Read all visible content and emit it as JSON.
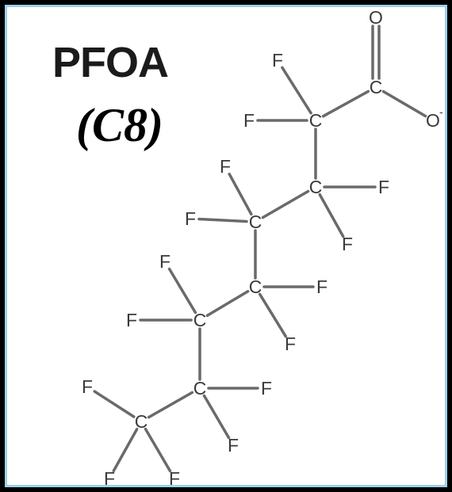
{
  "molecule": {
    "name": "PFOA",
    "formula_label": "(C8)",
    "charge_symbol": "-",
    "atoms": [
      {
        "id": "O1",
        "symbol": "O"
      },
      {
        "id": "C1",
        "symbol": "C"
      },
      {
        "id": "O2",
        "symbol": "O",
        "charge": "-"
      },
      {
        "id": "C2",
        "symbol": "C"
      },
      {
        "id": "F2a",
        "symbol": "F"
      },
      {
        "id": "F2b",
        "symbol": "F"
      },
      {
        "id": "C3",
        "symbol": "C"
      },
      {
        "id": "F3a",
        "symbol": "F"
      },
      {
        "id": "F3b",
        "symbol": "F"
      },
      {
        "id": "C4",
        "symbol": "C"
      },
      {
        "id": "F4a",
        "symbol": "F"
      },
      {
        "id": "F4b",
        "symbol": "F"
      },
      {
        "id": "C5",
        "symbol": "C"
      },
      {
        "id": "F5a",
        "symbol": "F"
      },
      {
        "id": "F5b",
        "symbol": "F"
      },
      {
        "id": "C6",
        "symbol": "C"
      },
      {
        "id": "F6a",
        "symbol": "F"
      },
      {
        "id": "F6b",
        "symbol": "F"
      },
      {
        "id": "C7",
        "symbol": "C"
      },
      {
        "id": "F7a",
        "symbol": "F"
      },
      {
        "id": "F7b",
        "symbol": "F"
      },
      {
        "id": "C8",
        "symbol": "C"
      },
      {
        "id": "F8a",
        "symbol": "F"
      },
      {
        "id": "F8b",
        "symbol": "F"
      },
      {
        "id": "F8c",
        "symbol": "F"
      }
    ],
    "bonds": [
      {
        "from": "C1",
        "to": "O1",
        "order": 2
      },
      {
        "from": "C1",
        "to": "O2",
        "order": 1
      },
      {
        "from": "C1",
        "to": "C2",
        "order": 1
      },
      {
        "from": "C2",
        "to": "F2a",
        "order": 1
      },
      {
        "from": "C2",
        "to": "F2b",
        "order": 1
      },
      {
        "from": "C2",
        "to": "C3",
        "order": 1
      },
      {
        "from": "C3",
        "to": "F3a",
        "order": 1
      },
      {
        "from": "C3",
        "to": "F3b",
        "order": 1
      },
      {
        "from": "C3",
        "to": "C4",
        "order": 1
      },
      {
        "from": "C4",
        "to": "F4a",
        "order": 1
      },
      {
        "from": "C4",
        "to": "F4b",
        "order": 1
      },
      {
        "from": "C4",
        "to": "C5",
        "order": 1
      },
      {
        "from": "C5",
        "to": "F5a",
        "order": 1
      },
      {
        "from": "C5",
        "to": "F5b",
        "order": 1
      },
      {
        "from": "C5",
        "to": "C6",
        "order": 1
      },
      {
        "from": "C6",
        "to": "F6a",
        "order": 1
      },
      {
        "from": "C6",
        "to": "F6b",
        "order": 1
      },
      {
        "from": "C6",
        "to": "C7",
        "order": 1
      },
      {
        "from": "C7",
        "to": "F7a",
        "order": 1
      },
      {
        "from": "C7",
        "to": "F7b",
        "order": 1
      },
      {
        "from": "C7",
        "to": "C8",
        "order": 1
      },
      {
        "from": "C8",
        "to": "F8a",
        "order": 1
      },
      {
        "from": "C8",
        "to": "F8b",
        "order": 1
      },
      {
        "from": "C8",
        "to": "F8c",
        "order": 1
      }
    ]
  },
  "colors": {
    "background": "#000000",
    "panel": "#ffffff",
    "panel_border": "#9fd0ea",
    "bond": "#6a6a6a",
    "atom_text": "#3a3a3a"
  }
}
